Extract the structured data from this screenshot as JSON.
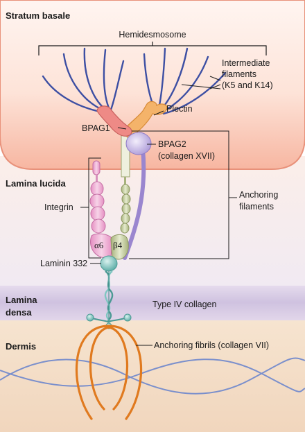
{
  "regions": {
    "stratum_basale": "Stratum basale",
    "lamina_lucida": "Lamina lucida",
    "lamina_densa_line1": "Lamina",
    "lamina_densa_line2": "densa",
    "dermis": "Dermis"
  },
  "labels": {
    "hemidesmosome": "Hemidesmosome",
    "intermediate_line1": "Intermediate",
    "intermediate_line2": "filaments",
    "intermediate_line3": "(K5 and K14)",
    "plectin": "Plectin",
    "bpag1": "BPAG1",
    "bpag2_line1": "BPAG2",
    "bpag2_line2": "(collagen XVII)",
    "anchoring_filaments_line1": "Anchoring",
    "anchoring_filaments_line2": "filaments",
    "integrin": "Integrin",
    "alpha6": "α6",
    "beta4": "β4",
    "laminin": "Laminin 332",
    "type_iv_collagen": "Type IV collagen",
    "anchoring_fibrils": "Anchoring fibrils (collagen VII)"
  },
  "colors": {
    "cell_fill": "#f9c7b5",
    "cell_border": "#e8917a",
    "lamina_lucida": "#f4f0f2",
    "lamina_densa": "#d6cbe3",
    "dermis": "#f3ddc6",
    "keratin": "#3d4fa3",
    "bpag1": "#ee8a86",
    "plectin": "#f4b36a",
    "bpag2": "#c9b9e4",
    "integrin_alpha": "#f0b6d8",
    "integrin_beta": "#cfd8b0",
    "laminin": "#7fc6c1",
    "anchoring_fibril": "#e07a1f",
    "dermal_fiber": "#7a8fcc"
  }
}
